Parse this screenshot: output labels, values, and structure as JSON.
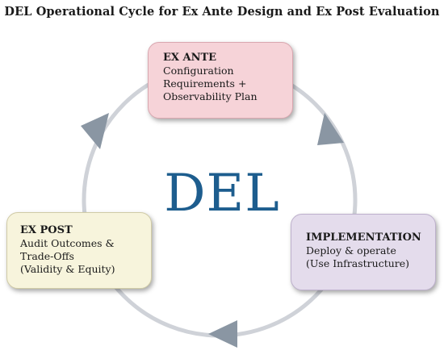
{
  "title": "DEL Operational Cycle for Ex Ante Design and Ex Post Evaluation",
  "center_label": "DEL",
  "stages": {
    "ex_ante": {
      "heading": "EX ANTE",
      "lines": [
        "Configuration",
        "Requirements +",
        "Observability Plan"
      ]
    },
    "implementation": {
      "heading": "IMPLEMENTATION",
      "lines": [
        "Deploy & operate",
        "(Use Infrastructure)"
      ]
    },
    "ex_post": {
      "heading": "EX POST",
      "lines": [
        "Audit Outcomes &",
        "Trade-Offs",
        "(Validity & Equity)"
      ]
    }
  },
  "colors": {
    "ring": "#cfd2d8",
    "arrow": "#8a96a3",
    "center_text": "#1d5d8e",
    "ex_ante_fill": "#f6d3d8",
    "implementation_fill": "#e4dcec",
    "ex_post_fill": "#f7f4dc"
  }
}
